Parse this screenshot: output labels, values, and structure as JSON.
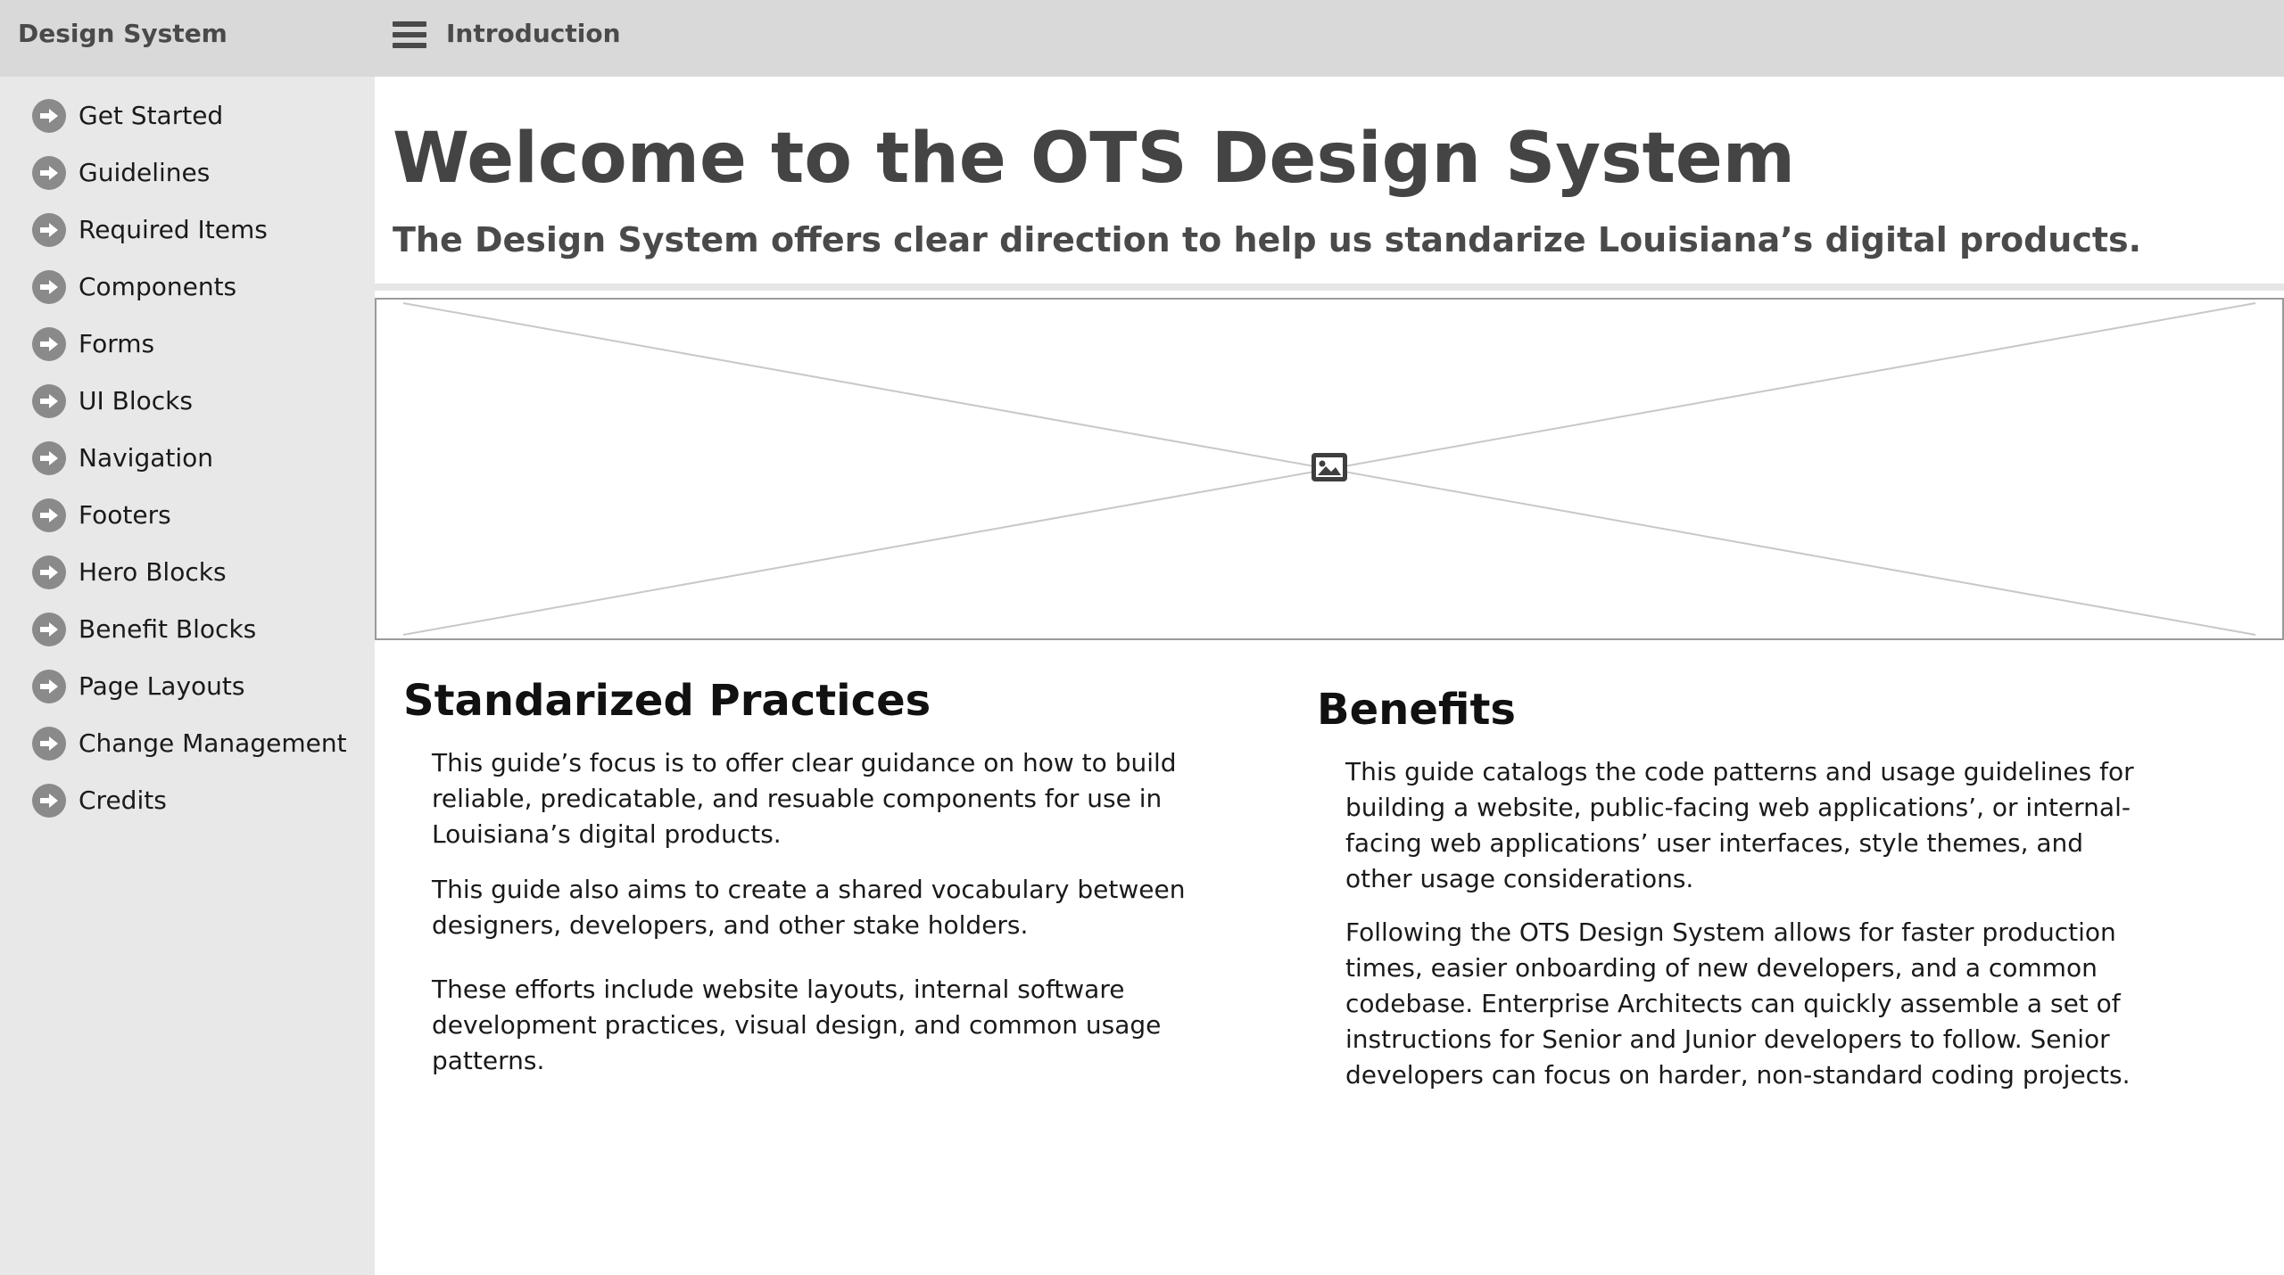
{
  "header": {
    "brand": "Design System",
    "menu_icon": "hamburger-menu-icon",
    "page_label": "Introduction",
    "background": "#d9d9d9"
  },
  "sidebar": {
    "background": "#e8e8e8",
    "item_icon": "arrow-right-circle-icon",
    "items": [
      {
        "label": "Get Started"
      },
      {
        "label": "Guidelines"
      },
      {
        "label": "Required Items"
      },
      {
        "label": "Components"
      },
      {
        "label": "Forms"
      },
      {
        "label": "UI Blocks"
      },
      {
        "label": "Navigation"
      },
      {
        "label": "Footers"
      },
      {
        "label": "Hero Blocks"
      },
      {
        "label": "Benefit Blocks"
      },
      {
        "label": "Page Layouts"
      },
      {
        "label": "Change Management"
      },
      {
        "label": "Credits"
      }
    ]
  },
  "hero": {
    "title": "Welcome to the OTS Design System",
    "subtitle": "The Design System offers clear direction to help us standarize Louisiana’s digital products.",
    "image_icon": "image-placeholder-icon"
  },
  "sections": {
    "practices": {
      "title": "Standarized Practices",
      "paragraphs": [
        "This guide’s focus is to offer clear guidance on how to build reliable, predicatable, and resuable components for use in Louisiana’s digital products.",
        "This guide also aims to create a shared vocabulary between designers, developers, and other stake holders.",
        "These efforts include website layouts, internal software development practices, visual design, and common usage patterns."
      ]
    },
    "benefits": {
      "title": "Benefits",
      "paragraphs": [
        "This guide catalogs the code patterns and usage guidelines for building a website, public-facing web applications’, or internal-facing web applications’ user interfaces, style themes, and other usage considerations.",
        "Following the OTS Design System allows for faster production times, easier onboarding of new developers, and a common codebase. Enterprise Architects can quickly assemble a set of instructions for Senior and Junior developers to follow. Senior developers can focus on harder, non-standard coding projects."
      ]
    }
  }
}
